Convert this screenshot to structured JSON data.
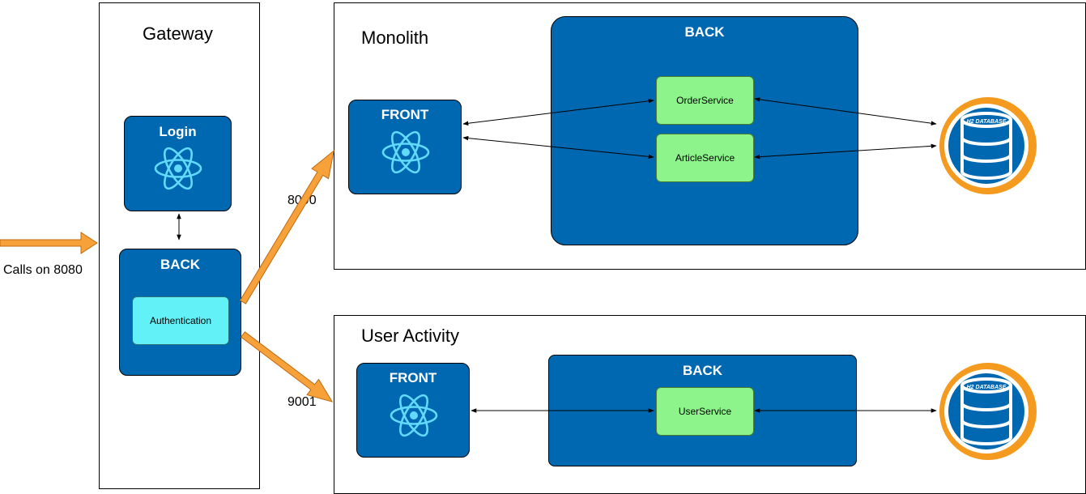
{
  "gateway": {
    "title": "Gateway",
    "login": {
      "title": "Login",
      "icon": "react-icon"
    },
    "back": {
      "title": "BACK",
      "service": "Authentication"
    }
  },
  "entry": {
    "label": "Calls on 8080"
  },
  "links": {
    "monolith_port": "8090",
    "user_activity_port": "9001"
  },
  "monolith": {
    "title": "Monolith",
    "front": {
      "title": "FRONT",
      "icon": "react-icon"
    },
    "back": {
      "title": "BACK",
      "services": [
        "OrderService",
        "ArticleService"
      ]
    },
    "database": {
      "label": "H2 DATABASE",
      "icon": "h2-database-icon"
    }
  },
  "user_activity": {
    "title": "User Activity",
    "front": {
      "title": "FRONT",
      "icon": "react-icon"
    },
    "back": {
      "title": "BACK",
      "services": [
        "UserService"
      ]
    },
    "database": {
      "label": "H2 DATABASE",
      "icon": "h2-database-icon"
    }
  },
  "colors": {
    "container_blue": "#0068b0",
    "service_green": "#8cf48b",
    "auth_cyan": "#62f1f6",
    "arrow_orange": "#f7a13a",
    "react_cyan": "#61dafb",
    "db_orange": "#f49a1e"
  }
}
